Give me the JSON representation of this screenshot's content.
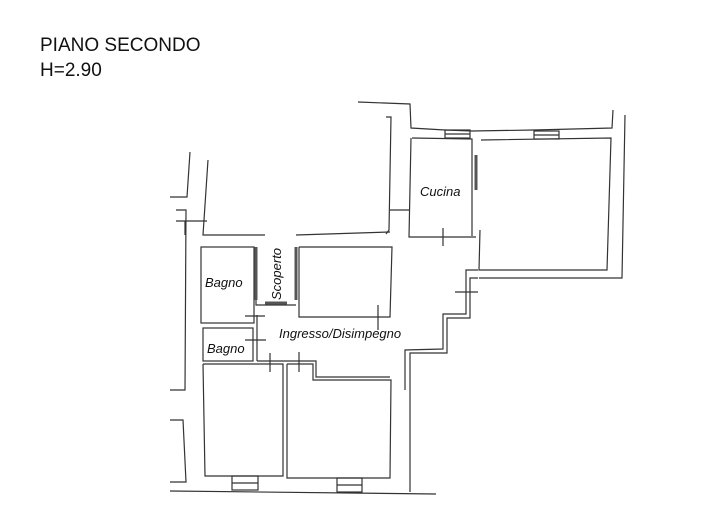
{
  "header": {
    "title": "PIANO SECONDO",
    "height_label": "H=2.90"
  },
  "rooms": {
    "cucina": "Cucina",
    "bagno_1": "Bagno",
    "bagno_2": "Bagno",
    "scoperto": "Scoperto",
    "ingresso": "Ingresso/Disimpegno"
  }
}
